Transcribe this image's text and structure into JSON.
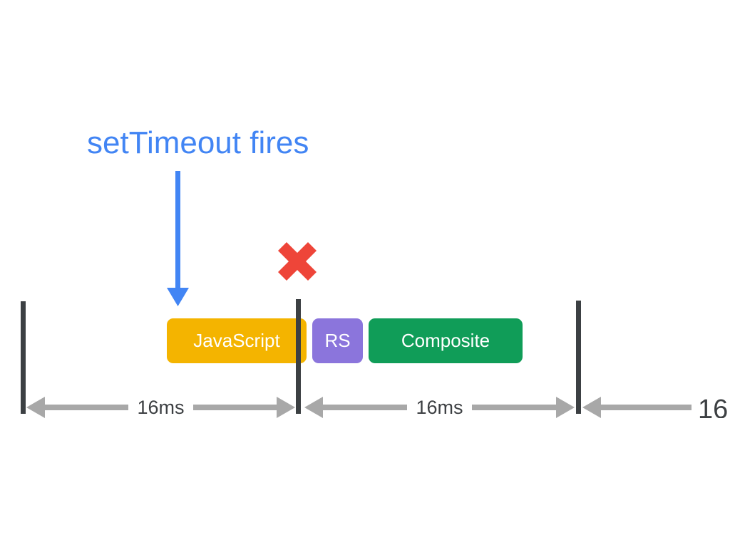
{
  "diagram": {
    "title": "setTimeout fires",
    "task_blocks": [
      {
        "label": "JavaScript",
        "color": "#F4B400"
      },
      {
        "label": "RS",
        "color": "#8B75DC"
      },
      {
        "label": "Composite",
        "color": "#109D58"
      }
    ],
    "frame_spans": [
      {
        "label": "16ms"
      },
      {
        "label": "16ms"
      },
      {
        "label": "16"
      }
    ],
    "colors": {
      "title_text": "#4285F4",
      "settimeout_arrow": "#4285F4",
      "dropped_frame_x": "#EE4539",
      "frame_tick": "#3C4043",
      "measure_arrow": "#A8A8A8",
      "measure_label_text": "#3D4043",
      "block_label_text": "#FFFFFF",
      "background": "#FFFFFF"
    }
  }
}
